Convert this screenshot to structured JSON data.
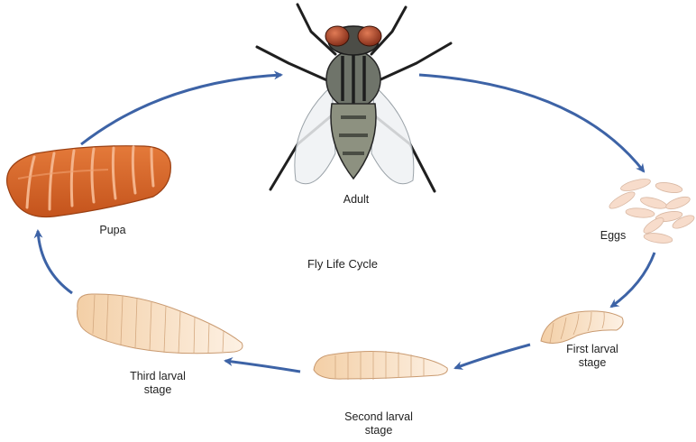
{
  "diagram": {
    "title": "Fly Life Cycle",
    "colors": {
      "arrow": "#3d63a6",
      "pupa": "#d8652a",
      "egg": "#f7dccb",
      "larva": "#f6d7b6",
      "fly_body": "#7b7f73",
      "fly_eye": "#9b3a22"
    },
    "stages": [
      {
        "id": "adult",
        "label": "Adult"
      },
      {
        "id": "eggs",
        "label": "Eggs"
      },
      {
        "id": "first-larval",
        "line1": "First larval",
        "line2": "stage"
      },
      {
        "id": "second-larval",
        "line1": "Second larval",
        "line2": "stage"
      },
      {
        "id": "third-larval",
        "line1": "Third larval",
        "line2": "stage"
      },
      {
        "id": "pupa",
        "label": "Pupa"
      }
    ]
  }
}
